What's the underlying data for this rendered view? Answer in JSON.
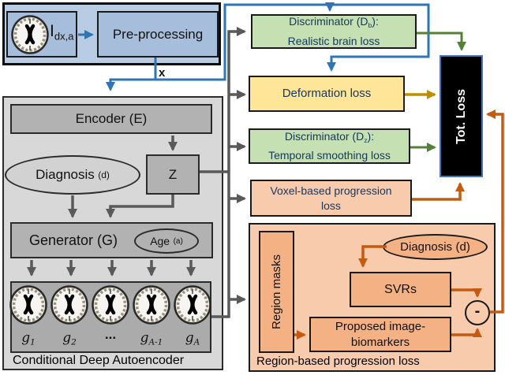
{
  "input_panel": {
    "brain_label_main": "I",
    "brain_label_sub": "dx,a",
    "preprocessing_label": "Pre-processing",
    "x_label": "x"
  },
  "autoencoder": {
    "encoder_label": "Encoder (E)",
    "diagnosis_label": "Diagnosis",
    "diagnosis_sub": "(d)",
    "z_label": "Z",
    "generator_label": "Generator (G)",
    "age_label": "Age",
    "age_sub": "(a)",
    "outputs": [
      {
        "main": "g",
        "sub": "1"
      },
      {
        "main": "g",
        "sub": "2"
      },
      {
        "main": "...",
        "sub": ""
      },
      {
        "main": "g",
        "sub": "A-1"
      },
      {
        "main": "g",
        "sub": "A"
      }
    ],
    "caption": "Conditional Deep Autoencoder"
  },
  "loss_column": {
    "discriminator_b": {
      "pre": "Discriminator (D",
      "sub": "b",
      "post": "):",
      "line2": "Realistic brain loss"
    },
    "deformation_label": "Deformation loss",
    "discriminator_z": {
      "pre": "Discriminator (D",
      "sub": "z",
      "post": "):",
      "line2": "Temporal smoothing loss"
    },
    "voxel": {
      "line1": "Voxel-based progression",
      "line2": "loss"
    },
    "total_loss_label": "Tot. Loss"
  },
  "region_panel": {
    "masks_label": "Region masks",
    "diagnosis_label": "Diagnosis",
    "diagnosis_sub": "(d)",
    "svrs_label": "SVRs",
    "proposed": {
      "line1": "Proposed image-",
      "line2": "biomarkers"
    },
    "minus_label": "-",
    "caption": "Region-based progression loss"
  },
  "colors": {
    "blue_arrow": "#2e75b6",
    "grey_arrow": "#595959",
    "green_arrow": "#538135",
    "gold_arrow": "#bf8f00",
    "orange_arrow": "#c55a11",
    "panel_blue": "#b8cce4",
    "panel_grey": "#d8d8d8",
    "green_box": "#c5e0b3",
    "yellow_box": "#ffe598",
    "salmon_box": "#f8cbad",
    "region_inner_box": "#f4b183",
    "loss_text_navy": "#17375e",
    "total_loss_bg": "#000000"
  }
}
